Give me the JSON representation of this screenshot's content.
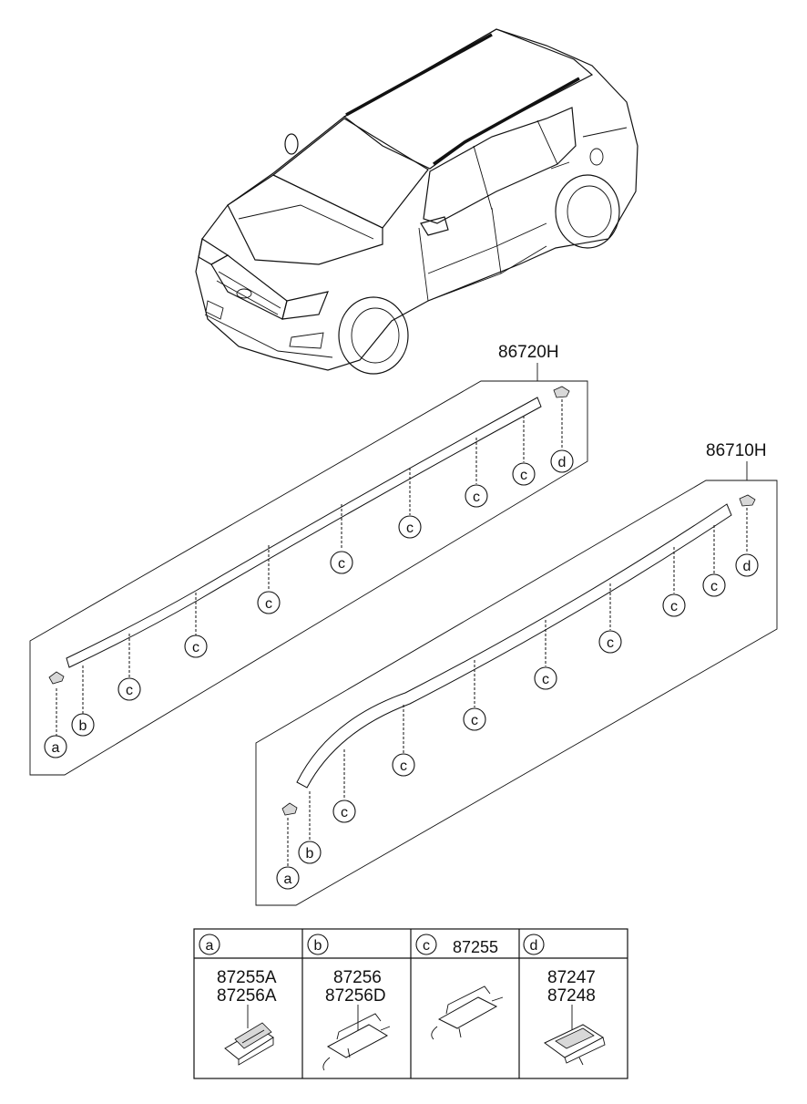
{
  "assembly": {
    "left_part_number": "86720H",
    "right_part_number": "86710H"
  },
  "callouts": {
    "a": "a",
    "b": "b",
    "c": "c",
    "d": "d"
  },
  "legend": {
    "columns": [
      {
        "letter": "a",
        "header_part": "",
        "parts": [
          "87255A",
          "87256A"
        ]
      },
      {
        "letter": "b",
        "header_part": "",
        "parts": [
          "87256",
          "87256D"
        ]
      },
      {
        "letter": "c",
        "header_part": "87255",
        "parts": []
      },
      {
        "letter": "d",
        "header_part": "",
        "parts": [
          "87247",
          "87248"
        ]
      }
    ]
  }
}
